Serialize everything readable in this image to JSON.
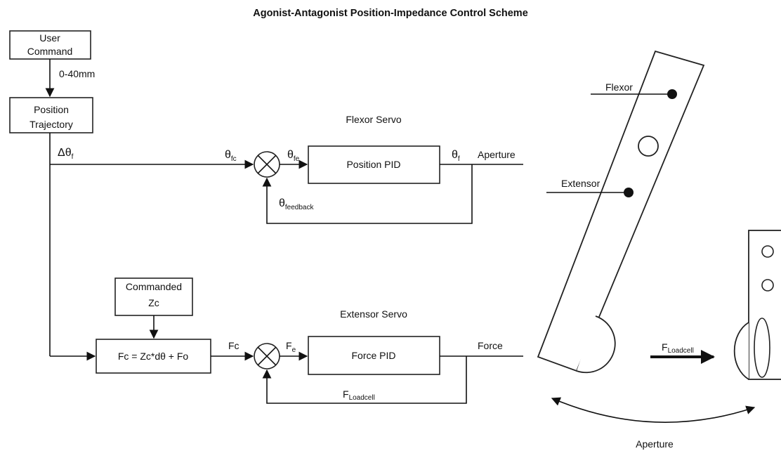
{
  "title": "Agonist-Antagonist Position-Impedance Control Scheme",
  "blocks": {
    "user_command_l1": "User",
    "user_command_l2": "Command",
    "position_trajectory_l1": "Position",
    "position_trajectory_l2": "Trajectory",
    "position_pid": "Position PID",
    "commanded_zc_l1": "Commanded",
    "commanded_zc_l2": "Zc",
    "fc_equation": "Fc = Zc*dθ + Fo",
    "force_pid": "Force PID"
  },
  "sections": {
    "flexor_servo": "Flexor Servo",
    "extensor_servo": "Extensor Servo"
  },
  "signals": {
    "range": "0-40mm",
    "delta_theta": "Δθ",
    "delta_theta_sub": "f",
    "theta_fc": "θ",
    "theta_fc_sub": "fc",
    "theta_fe": "θ",
    "theta_fe_sub": "fe",
    "theta_f": "θ",
    "theta_f_sub": "f",
    "theta_feedback": "θ",
    "theta_feedback_sub": "feedback",
    "aperture_out": "Aperture",
    "fc": "Fc",
    "fe": "F",
    "fe_sub": "e",
    "force_out": "Force",
    "f_loadcell": "F",
    "f_loadcell_sub": "Loadcell"
  },
  "hand": {
    "flexor": "Flexor",
    "extensor": "Extensor",
    "f_loadcell": "F",
    "f_loadcell_sub": "Loadcell",
    "aperture": "Aperture"
  }
}
